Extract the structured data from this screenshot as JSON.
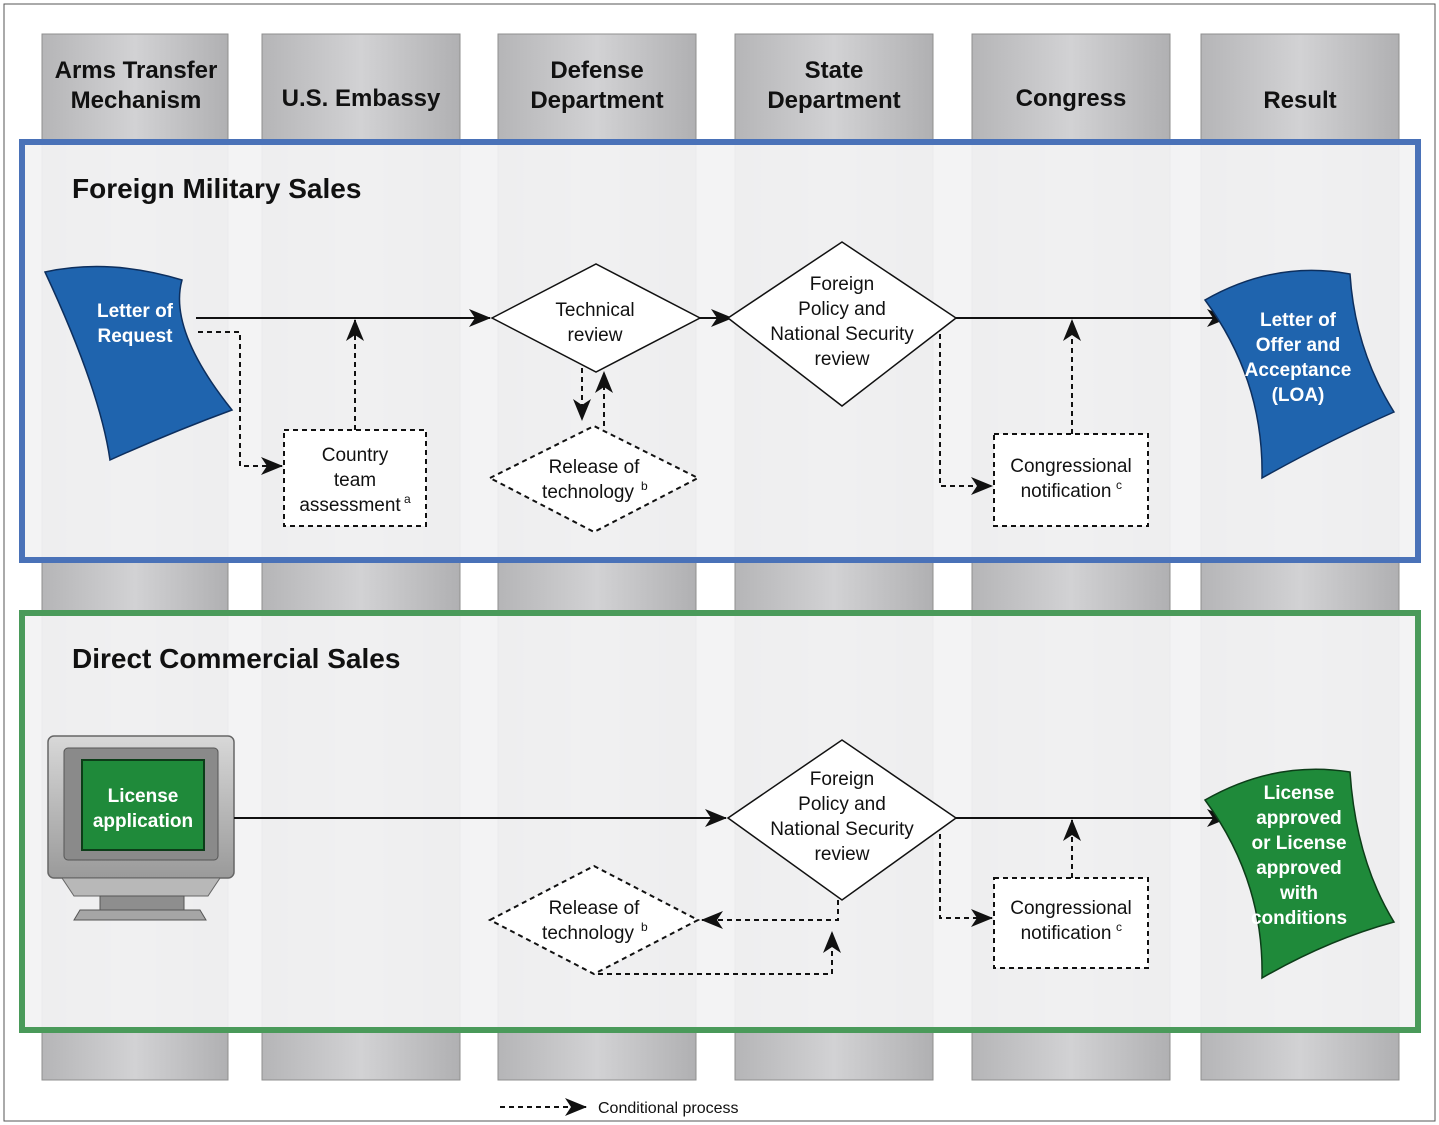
{
  "columns": [
    {
      "line1": "Arms Transfer",
      "line2": "Mechanism"
    },
    {
      "line1": "",
      "line2": "U.S. Embassy"
    },
    {
      "line1": "Defense",
      "line2": "Department"
    },
    {
      "line1": "State",
      "line2": "Department"
    },
    {
      "line1": "",
      "line2": "Congress"
    },
    {
      "line1": "",
      "line2": "Result"
    }
  ],
  "fms": {
    "title": "Foreign Military Sales",
    "border_color": "#4a72b8",
    "doc_color": "#1f64ae",
    "letter_of_request": [
      "Letter of",
      "Request"
    ],
    "country_team": [
      "Country",
      "team",
      "assessment"
    ],
    "country_team_sup": "a",
    "technical_review": [
      "Technical",
      "review"
    ],
    "release_of_technology": [
      "Release of",
      "technology"
    ],
    "release_sup": "b",
    "foreign_policy_review": [
      "Foreign",
      "Policy and",
      "National Security",
      "review"
    ],
    "congressional_notification": [
      "Congressional",
      "notification"
    ],
    "congressional_sup": "c",
    "result": [
      "Letter of",
      "Offer and",
      "Acceptance",
      "(LOA)"
    ]
  },
  "dcs": {
    "title": "Direct Commercial Sales",
    "border_color": "#4a9a5a",
    "doc_color": "#1f8a3a",
    "license_application": [
      "License",
      "application"
    ],
    "release_of_technology": [
      "Release of",
      "technology"
    ],
    "release_sup": "b",
    "foreign_policy_review": [
      "Foreign",
      "Policy and",
      "National Security",
      "review"
    ],
    "congressional_notification": [
      "Congressional",
      "notification"
    ],
    "congressional_sup": "c",
    "result": [
      "License",
      "approved",
      "or License",
      "approved",
      "with",
      "conditions"
    ]
  },
  "legend": {
    "label": "Conditional process"
  }
}
